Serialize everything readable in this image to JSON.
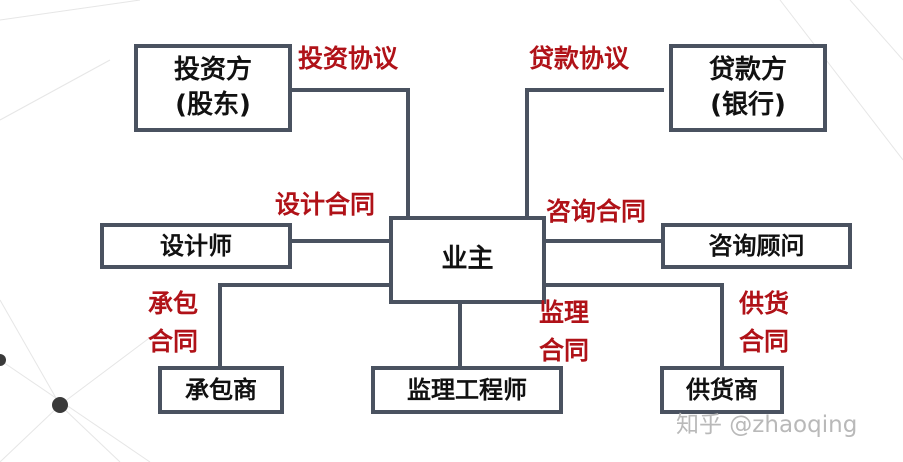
{
  "colors": {
    "box_border": "#4a5260",
    "connector": "#4a5260",
    "contract_label": "#b01218",
    "watermark": "#b9b9b9"
  },
  "nodes": {
    "owner": "业主",
    "investor_line1": "投资方",
    "investor_line2": "(股东)",
    "lender_line1": "贷款方",
    "lender_line2": "(银行)",
    "designer": "设计师",
    "consultant": "咨询顾问",
    "contractor": "承包商",
    "supervisor": "监理工程师",
    "supplier": "供货商"
  },
  "contracts": {
    "investment": "投资协议",
    "loan": "贷款协议",
    "design": "设计合同",
    "consulting": "咨询合同",
    "contracting_line1": "承包",
    "contracting_line2": "合同",
    "supervision_line1": "监理",
    "supervision_line2": "合同",
    "supply_line1": "供货",
    "supply_line2": "合同"
  },
  "watermark": "知乎 @zhaoqing"
}
